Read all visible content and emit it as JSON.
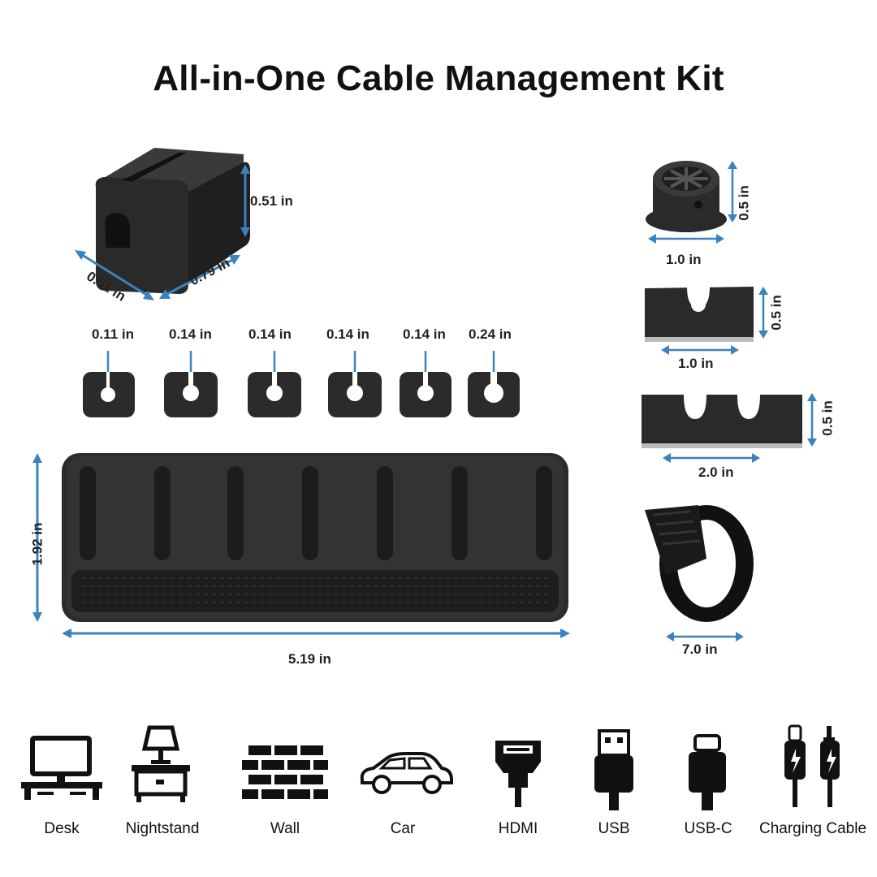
{
  "title": "All-in-One Cable Management Kit",
  "colors": {
    "dimension_line": "#3a83bf",
    "product": "#2a2a2a",
    "icon": "#111111"
  },
  "cube": {
    "height": "0.51 in",
    "depth": "0.51 in",
    "width": "0.79 in"
  },
  "clips": [
    {
      "label": "0.11 in"
    },
    {
      "label": "0.14 in"
    },
    {
      "label": "0.14 in"
    },
    {
      "label": "0.14 in"
    },
    {
      "label": "0.14 in"
    },
    {
      "label": "0.24 in"
    }
  ],
  "base_plate": {
    "height": "1.92 in",
    "width": "5.19 in"
  },
  "round_clip": {
    "height": "0.5 in",
    "width": "1.0 in"
  },
  "single_slot_clip": {
    "height": "0.5 in",
    "width": "1.0 in"
  },
  "double_slot_clip": {
    "height": "0.5 in",
    "width": "2.0 in"
  },
  "velcro_tie": {
    "length": "7.0 in"
  },
  "uses": [
    {
      "icon": "desk-icon",
      "label": "Desk"
    },
    {
      "icon": "nightstand-icon",
      "label": "Nightstand"
    },
    {
      "icon": "wall-icon",
      "label": "Wall"
    },
    {
      "icon": "car-icon",
      "label": "Car"
    },
    {
      "icon": "hdmi-icon",
      "label": "HDMI"
    },
    {
      "icon": "usb-icon",
      "label": "USB"
    },
    {
      "icon": "usb-c-icon",
      "label": "USB-C"
    },
    {
      "icon": "charging-cable-icon",
      "label": "Charging Cable"
    }
  ]
}
